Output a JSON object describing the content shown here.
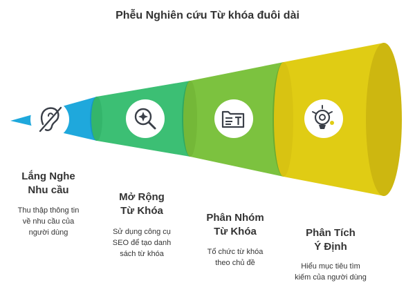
{
  "title": "Phễu Nghiên cứu Từ khóa đuôi dài",
  "stages": [
    {
      "title": "Lắng Nghe\nNhu cầu",
      "description": "Thu thập thông tin\nvề nhu cầu của\nngười dùng",
      "icon": "ear-slash-icon",
      "color": "#1fa8dc"
    },
    {
      "title": "Mở Rộng\nTừ Khóa",
      "description": "Sử dụng công cụ\nSEO để tạo danh\nsách từ khóa",
      "icon": "magnifier-sparkle-icon",
      "color": "#3cbf74"
    },
    {
      "title": "Phân Nhóm\nTừ Khóa",
      "description": "Tổ chức từ khóa\ntheo chủ đề",
      "icon": "folder-text-icon",
      "color": "#7cc23f"
    },
    {
      "title": "Phân Tích\nÝ Định",
      "description": "Hiểu mục tiêu tìm\nkiếm của người dùng",
      "icon": "lightbulb-target-icon",
      "color": "#e0cc14"
    }
  ]
}
